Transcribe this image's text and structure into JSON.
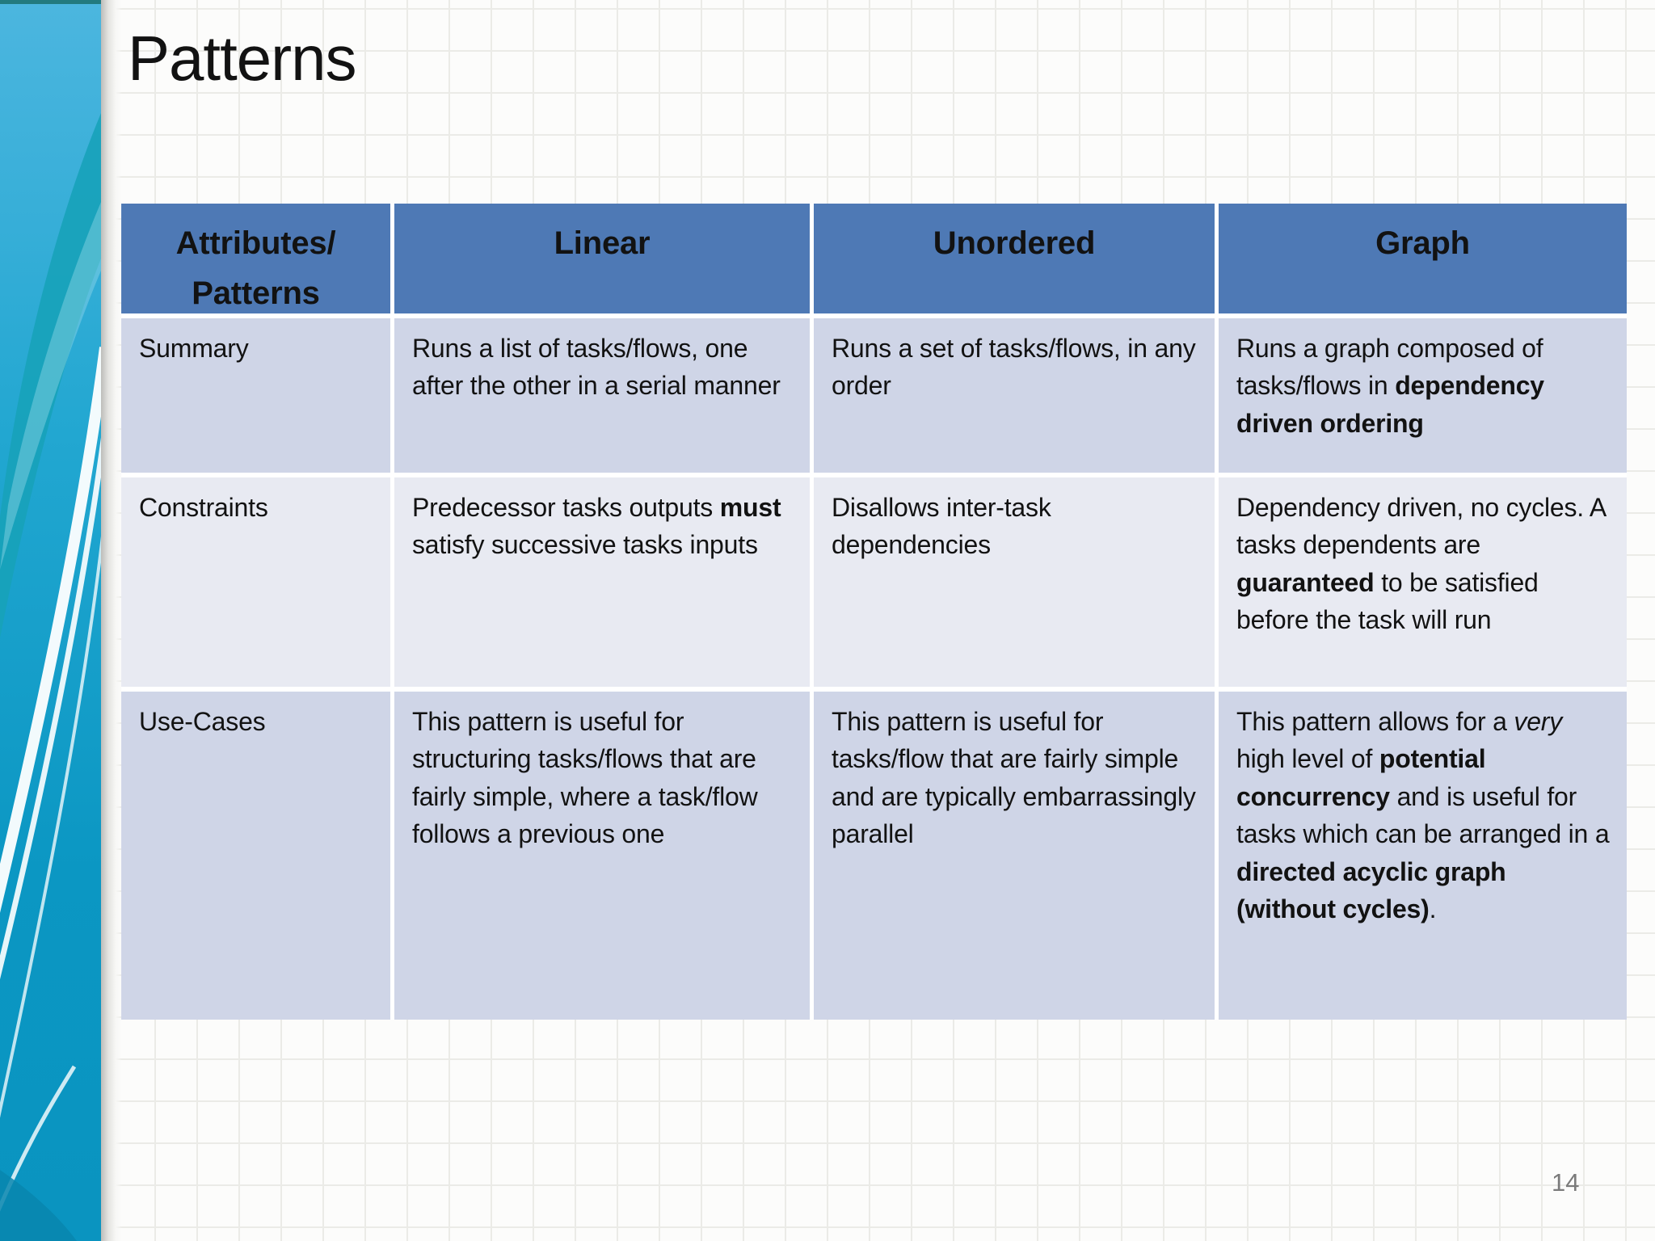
{
  "slide": {
    "title": "Patterns",
    "page_number": "14"
  },
  "colors": {
    "header_bg": "#4e79b5",
    "row_odd_bg": "#cfd5e7",
    "row_even_bg": "#e8eaf2",
    "text": "#121212",
    "page_bg": "#fcfcfb",
    "grid_line": "#ebebe7",
    "page_number": "#7b7b7b",
    "sidebar_light": "#4cb6df",
    "sidebar_dark": "#0b97c3",
    "sidebar_swoosh": "#17a2b9"
  },
  "table": {
    "headers": [
      "Attributes/\nPatterns",
      "Linear",
      "Unordered",
      "Graph"
    ],
    "rows": [
      {
        "label": "Summary",
        "cells": [
          [
            {
              "t": "Runs a list of tasks/flows, one after the other in a serial manner"
            }
          ],
          [
            {
              "t": "Runs a set of tasks/flows, in any order"
            }
          ],
          [
            {
              "t": "Runs a graph composed of tasks/flows in "
            },
            {
              "t": "dependency driven ordering",
              "b": true
            }
          ]
        ]
      },
      {
        "label": "Constraints",
        "cells": [
          [
            {
              "t": "Predecessor tasks outputs "
            },
            {
              "t": "must",
              "b": true
            },
            {
              "t": " satisfy successive tasks inputs"
            }
          ],
          [
            {
              "t": "Disallows inter-task dependencies"
            }
          ],
          [
            {
              "t": "Dependency driven, no cycles. A tasks dependents are "
            },
            {
              "t": "guaranteed",
              "b": true
            },
            {
              "t": " to be satisfied before the task will run"
            }
          ]
        ]
      },
      {
        "label": "Use-Cases",
        "cells": [
          [
            {
              "t": "This pattern is useful for structuring tasks/flows that are fairly simple, where a task/flow follows a previous one"
            }
          ],
          [
            {
              "t": "This pattern is useful for tasks/flow that are fairly simple and are typically embarrassingly parallel"
            }
          ],
          [
            {
              "t": "This pattern allows for a "
            },
            {
              "t": "very",
              "i": true
            },
            {
              "t": " high level of "
            },
            {
              "t": "potential concurrency",
              "b": true
            },
            {
              "t": " and is useful for tasks which can be arranged in a "
            },
            {
              "t": "directed acyclic graph (without cycles)",
              "b": true
            },
            {
              "t": "."
            }
          ]
        ]
      }
    ]
  }
}
